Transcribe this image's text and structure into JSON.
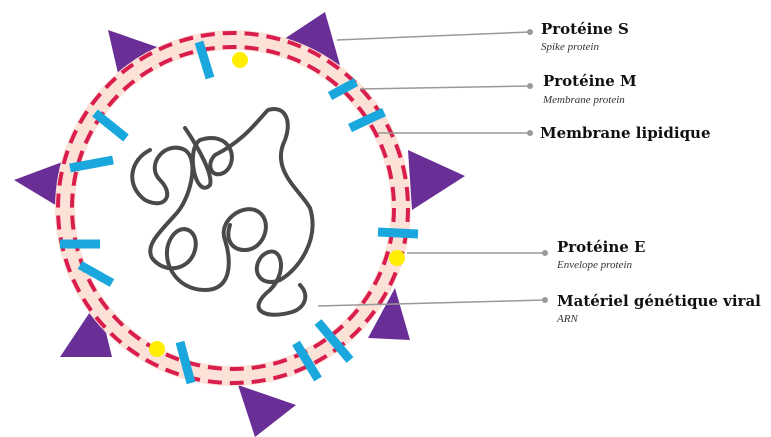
{
  "colors": {
    "spike": "#6a2f96",
    "membrane_band": "#fbe1d6",
    "membrane_dash": "#d91e4e",
    "m_protein": "#1aa7dd",
    "e_protein": "#ffee00",
    "rna": "#4a4a4a",
    "leader": "#999999"
  },
  "labels": {
    "s": {
      "title": "Protéine S",
      "subtitle": "Spike protein"
    },
    "m": {
      "title": "Protéine M",
      "subtitle": "Membrane protein"
    },
    "lipid": {
      "title": "Membrane lipidique"
    },
    "e": {
      "title": "Protéine E",
      "subtitle": "Envelope protein"
    },
    "rna": {
      "title": "Matériel génétique viral",
      "subtitle": "ARN"
    }
  }
}
